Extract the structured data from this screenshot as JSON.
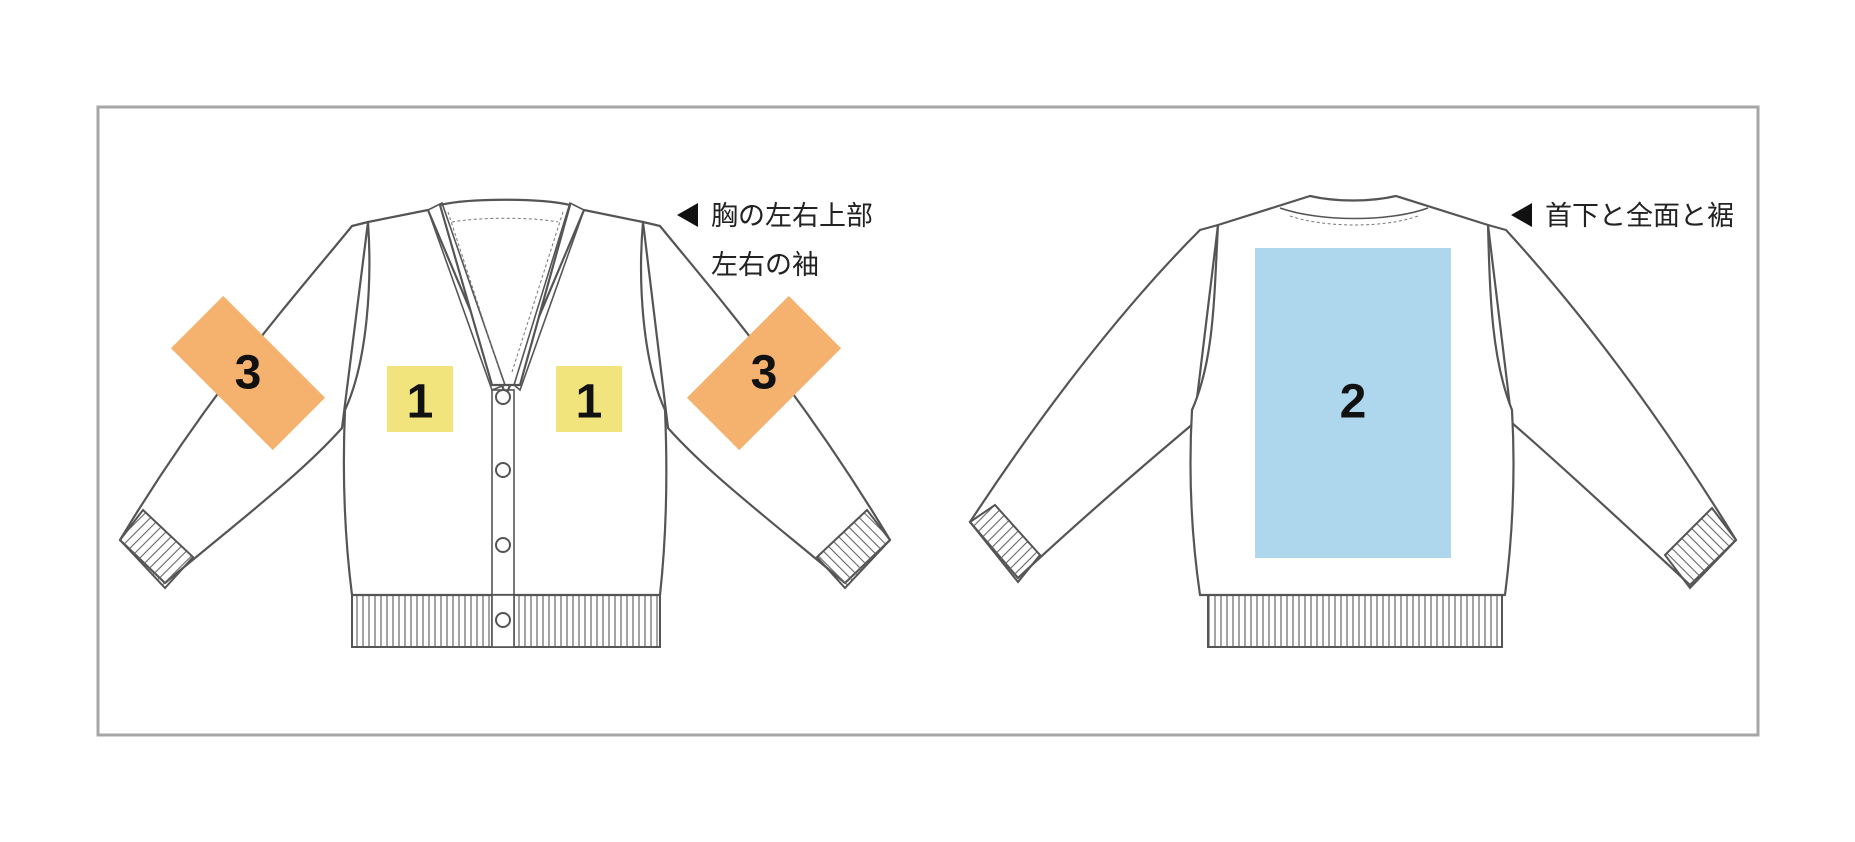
{
  "colors": {
    "frame": "#a6a6a6",
    "chest_zone": "#f2e47c",
    "back_zone": "#aed6ec",
    "sleeve_zone": "#f5b26f",
    "outline": "#555555"
  },
  "front_view": {
    "annotation_line1": "胸の左右上部",
    "annotation_line2": "左右の袖",
    "zones": {
      "chest_left": "1",
      "chest_right": "1",
      "sleeve_left": "3",
      "sleeve_right": "3"
    }
  },
  "back_view": {
    "annotation_line1": "首下と全面と裾",
    "zones": {
      "back_full": "2"
    }
  },
  "icons": {
    "front_arrow": "triangle-left-icon",
    "back_arrow": "triangle-left-icon"
  }
}
